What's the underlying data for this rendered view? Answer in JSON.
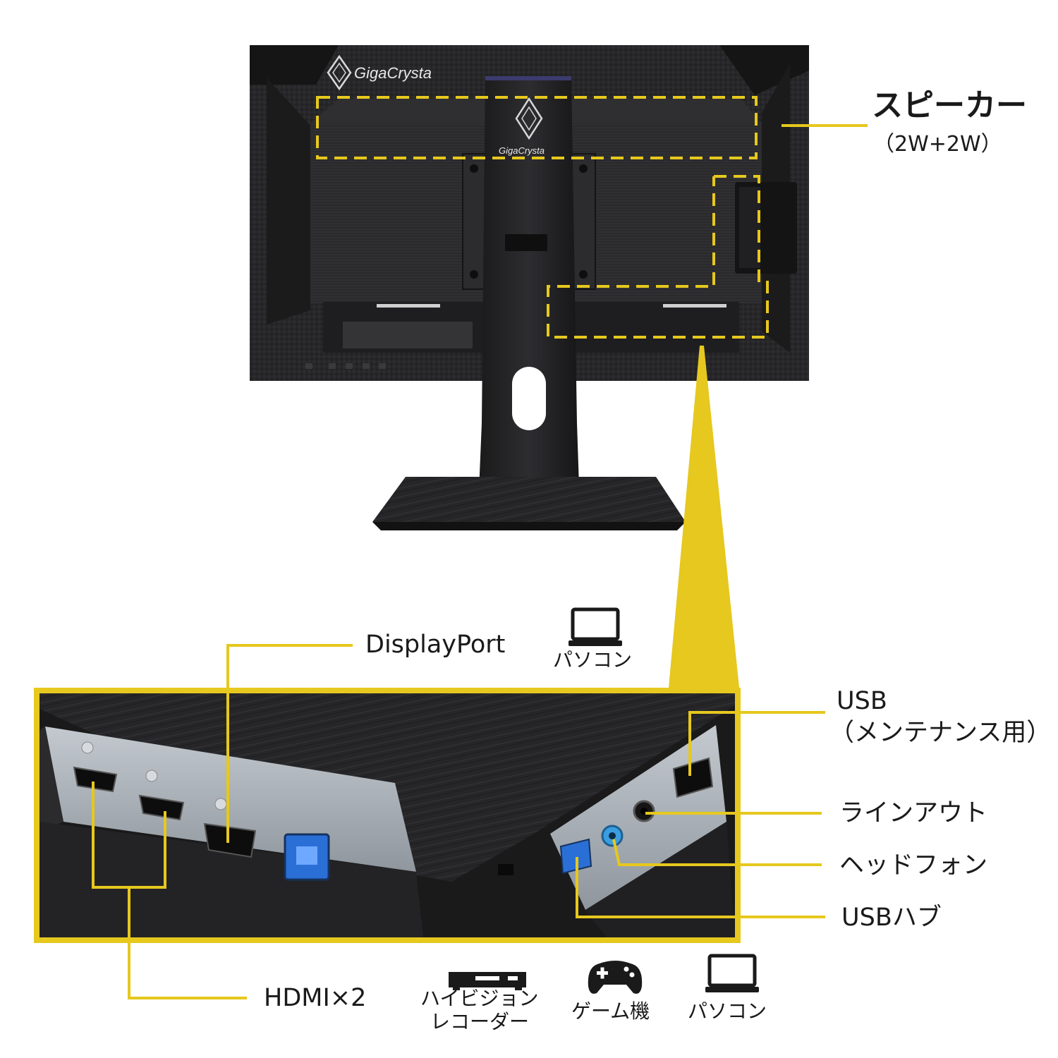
{
  "brand": {
    "logo_text": "GigaCrysta"
  },
  "callouts": {
    "speaker": {
      "title": "スピーカー",
      "detail": "（2W+2W）"
    },
    "displayport": {
      "label": "DisplayPort",
      "device_label": "パソコン",
      "device_icon": "laptop-icon"
    },
    "usb_maintenance": {
      "label": "USB",
      "detail": "（メンテナンス用）"
    },
    "line_out": {
      "label": "ラインアウト"
    },
    "headphone": {
      "label": "ヘッドフォン"
    },
    "usb_hub": {
      "label": "USBハブ"
    },
    "hdmi": {
      "label": "HDMI×2"
    }
  },
  "devices": [
    {
      "name": "hdd-recorder",
      "label_line1": "ハイビジョン",
      "label_line2": "レコーダー",
      "icon": "recorder-icon"
    },
    {
      "name": "game-console",
      "label_line1": "ゲーム機",
      "label_line2": "",
      "icon": "gamepad-icon"
    },
    {
      "name": "pc",
      "label_line1": "パソコン",
      "label_line2": "",
      "icon": "laptop-icon"
    }
  ],
  "colors": {
    "highlight": "#e6c81e",
    "monitor_body": "#1c1c1e",
    "panel_metal": "#a9afb6",
    "usb3_blue": "#2a6fd6",
    "headphone_blue": "#3a9ee0"
  }
}
